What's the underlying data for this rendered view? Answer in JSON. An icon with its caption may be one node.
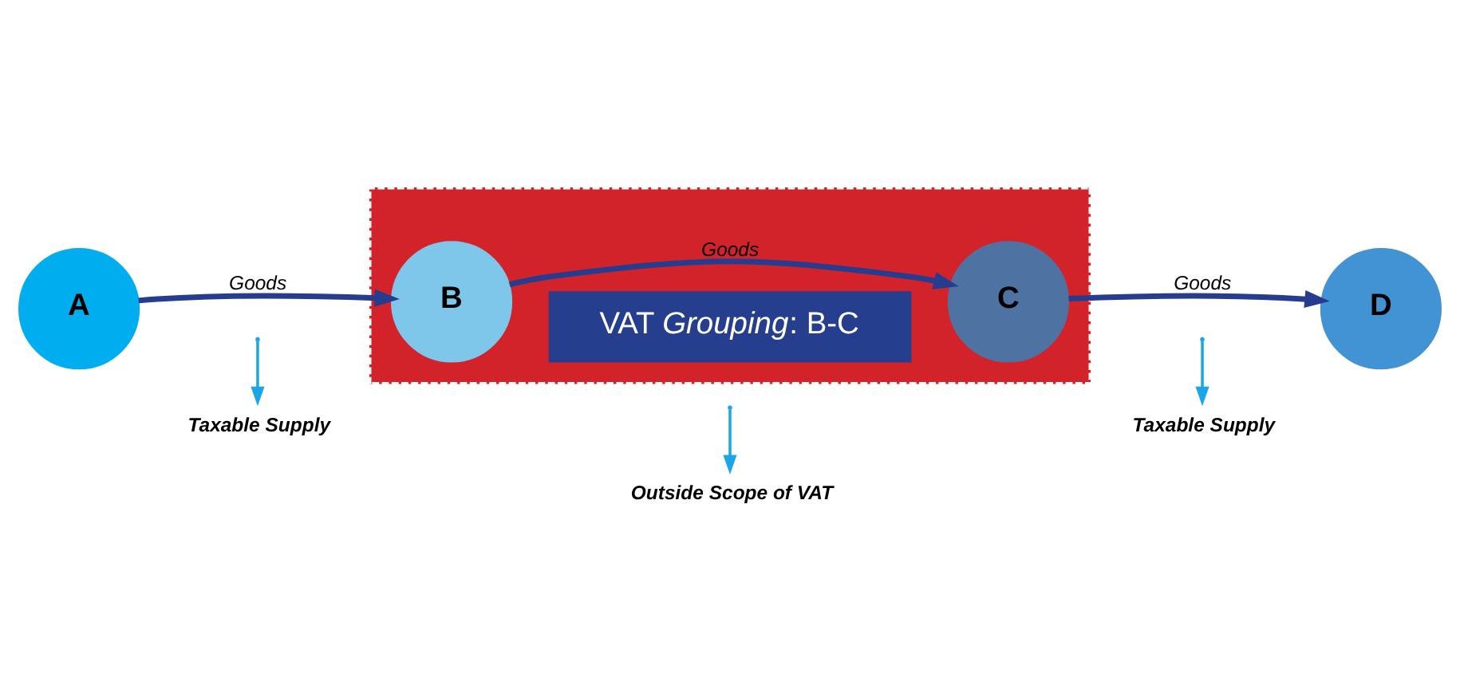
{
  "diagram": {
    "nodes": [
      {
        "text": [],
        "shape": "box"
      },
      {
        "text": [
          "VAT *Grouping*: B-C"
        ],
        "in": 0
      },
      {
        "text": [
          "A"
        ]
      },
      {
        "text": [
          "B"
        ],
        "in": 0
      },
      {
        "text": [
          "C"
        ],
        "in": 0
      },
      {
        "text": [
          "D"
        ]
      },
      {
        "text": [
          "Taxable Supply"
        ]
      },
      {
        "text": [
          "Outside Scope of VAT"
        ]
      },
      {
        "text": [
          "Taxable Supply"
        ]
      }
    ],
    "edges": [
      {
        "from": 2,
        "to": 3,
        "arrow": "to",
        "label": "Goods",
        "style": "thick",
        "color": "#263d8f"
      },
      {
        "from": 3,
        "to": 4,
        "arrow": "to",
        "label": "Goods",
        "style": "thick",
        "color": "#263d8f"
      },
      {
        "from": 4,
        "to": 5,
        "arrow": "to",
        "label": "Goods",
        "style": "thick",
        "color": "#263d8f"
      },
      {
        "from": null,
        "to": 6,
        "arrow": "to",
        "color": "#1aa6e8"
      },
      {
        "from": null,
        "to": 7,
        "arrow": "to",
        "color": "#1aa6e8"
      },
      {
        "from": null,
        "to": 8,
        "arrow": "to",
        "color": "#1aa6e8"
      }
    ]
  }
}
